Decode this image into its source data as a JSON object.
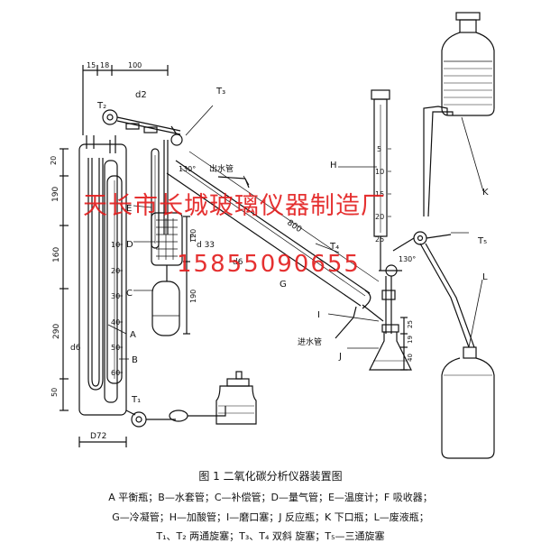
{
  "labels": {
    "T1": "T₁",
    "T2": "T₂",
    "T3": "T₃",
    "T4": "T₄",
    "T5": "T₅",
    "A": "A",
    "B": "B",
    "C": "C",
    "D": "D",
    "E": "E",
    "F": "F",
    "G": "G",
    "H": "H",
    "I": "I",
    "J": "J",
    "K": "K",
    "L": "L",
    "d2": "d2",
    "d6a": "d6",
    "d6b": "d6",
    "d33": "d 33",
    "D72": "D72",
    "out_water": "出水管",
    "in_water": "进水管",
    "angle1": "130°",
    "angle2": "130°"
  },
  "dimensions": {
    "top1": "15",
    "top2": "18",
    "top3": "100",
    "left1": "20",
    "left2": "190",
    "left3": "160",
    "left4": "290",
    "left5": "50",
    "tube_len": "800",
    "mid1": "120",
    "mid2": "190",
    "r1": "25",
    "r2": "19",
    "r3": "40"
  },
  "scale_marks": {
    "left_tube": [
      "10",
      "20",
      "30",
      "40",
      "50",
      "60"
    ],
    "burette": [
      "5",
      "10",
      "15",
      "20",
      "25"
    ]
  },
  "caption": {
    "title": "图 1   二氧化碳分析仪器装置图",
    "line1": "A  平衡瓶；B—水套管；C—补偿管；D—量气管；E—温度计；F  吸收器；",
    "line2": "G—冷凝管；H—加酸管；I—磨口塞；J  反应瓶；K  下口瓶；L—废液瓶；",
    "line3": "T₁、T₂  两通旋塞；T₃、T₄  双斜    旋塞；T₅—三通旋塞"
  },
  "watermark": {
    "company": "天长市长城玻璃仪器制造厂",
    "phone": "15855090655"
  },
  "colors": {
    "ink": "#111111",
    "watermark": "#e31b1b",
    "background": "#ffffff"
  }
}
